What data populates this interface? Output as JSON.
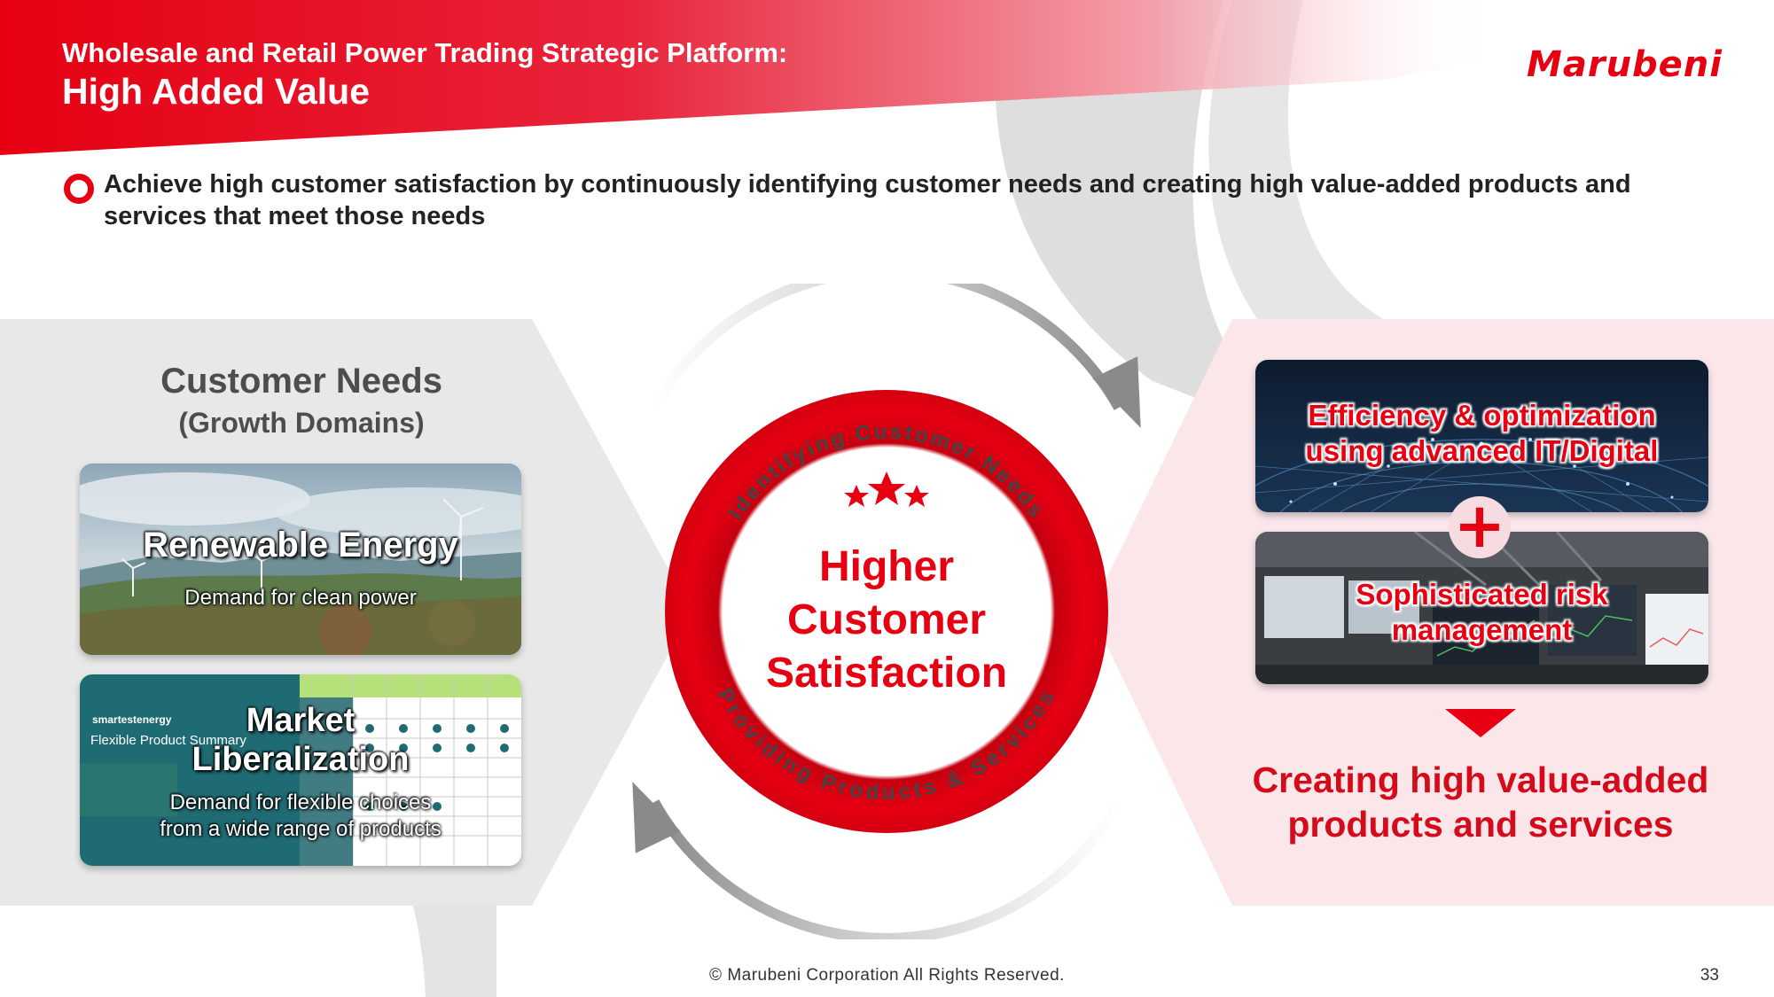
{
  "header": {
    "subtitle": "Wholesale and Retail Power Trading Strategic Platform:",
    "title": "High Added Value",
    "logo_text": "Marubeni"
  },
  "intro": {
    "text": "Achieve high customer satisfaction by continuously identifying customer needs and creating high value-added products and services that meet those needs"
  },
  "needs": {
    "title": "Customer Needs",
    "subtitle": "(Growth Domains)",
    "cards": [
      {
        "title": "Renewable Energy",
        "text": "Demand for clean power"
      },
      {
        "title_line1": "Market",
        "title_line2": "Liberalization",
        "text_line1": "Demand for flexible choices",
        "text_line2": "from a wide range of products"
      }
    ],
    "screenshot": {
      "brand": "smartestenergy",
      "heading": "Flexible Product Summary"
    }
  },
  "cycle": {
    "top_arc": "Identifying Customer Needs",
    "bottom_arc": "Providing Products & Services",
    "center_line1": "Higher",
    "center_line2": "Customer",
    "center_line3": "Satisfaction"
  },
  "solutions": {
    "card1_line1": "Efficiency & optimization",
    "card1_line2": "using advanced IT/Digital",
    "plus": "+",
    "card2_line1": "Sophisticated risk",
    "card2_line2": "management",
    "result_line1": "Creating high value-added",
    "result_line2": "products and services"
  },
  "footer": {
    "copyright": "© Marubeni Corporation All Rights Reserved.",
    "page": "33"
  },
  "colors": {
    "brand_red": "#e60012",
    "panel_gray": "#e8e8e8",
    "panel_pink": "#fbe7ea"
  }
}
